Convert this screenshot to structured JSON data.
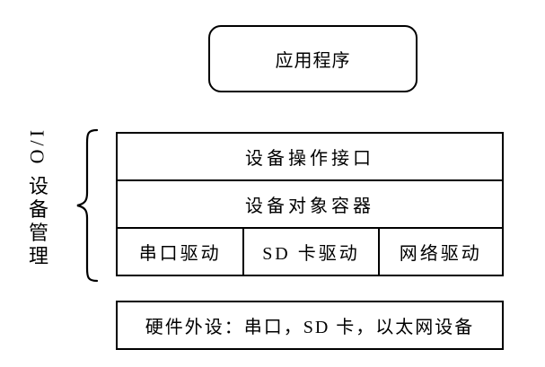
{
  "diagram": {
    "app_box": {
      "label": "应用程序"
    },
    "side_label": {
      "text": "I/O 设备管理"
    },
    "stack": {
      "rows": [
        {
          "label": "设备操作接口"
        },
        {
          "label": "设备对象容器"
        }
      ],
      "drivers": [
        {
          "label": "串口驱动"
        },
        {
          "label": "SD 卡驱动"
        },
        {
          "label": "网络驱动"
        }
      ]
    },
    "hardware_box": {
      "label": "硬件外设：串口，SD 卡，以太网设备"
    },
    "colors": {
      "line": "#000000",
      "background": "#ffffff"
    }
  }
}
